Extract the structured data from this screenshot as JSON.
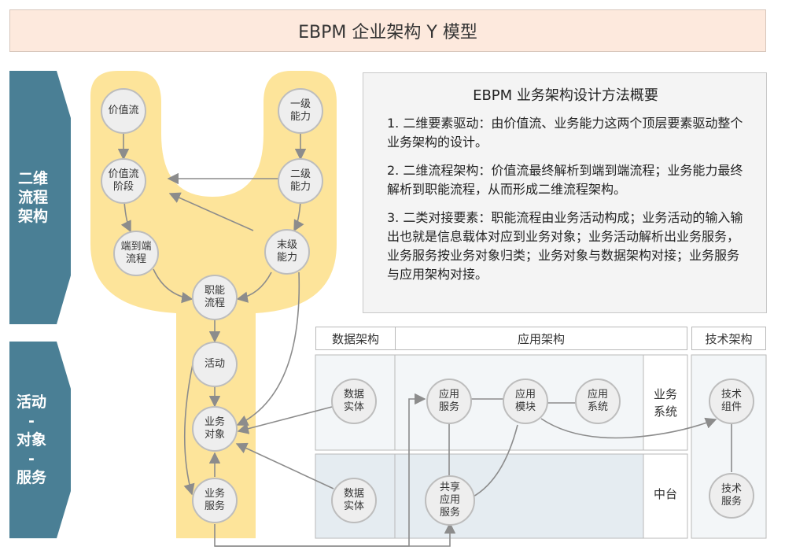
{
  "title": "EBPM 企业架构 Y 模型",
  "side_labels": {
    "top": "二维\n流程\n架构",
    "bottom": "活动\n-\n对象\n-\n服务"
  },
  "nodes": {
    "value_stream": "价值流",
    "value_stage": "价值流\n阶段",
    "end_to_end": "端到端\n流程",
    "cap_l1": "一级\n能力",
    "cap_l2": "二级\n能力",
    "cap_leaf": "末级\n能力",
    "func_process": "职能\n流程",
    "activity": "活动",
    "biz_object": "业务\n对象",
    "biz_service": "业务\n服务",
    "data_entity_1": "数据\n实体",
    "data_entity_2": "数据\n实体",
    "app_service": "应用\n服务",
    "app_module": "应用\n模块",
    "app_system": "应用\n系统",
    "shared_app_service": "共享\n应用\n服务",
    "tech_component": "技术\n组件",
    "tech_service": "技术\n服务"
  },
  "info": {
    "heading": "EBPM 业务架构设计方法概要",
    "items": [
      "1.  二维要素驱动：由价值流、业务能力这两个顶层要素驱动整个业务架构的设计。",
      "2.  二维流程架构：价值流最终解析到端到端流程；业务能力最终解析到职能流程，从而形成二维流程架构。",
      "3. 二类对接要素：职能流程由业务活动构成；业务活动的输入输出也就是信息载体对应到业务对象；业务活动解析出业务服务，业务服务按业务对象归类；业务对象与数据架构对接；业务服务与应用架构对接。"
    ]
  },
  "headers": {
    "data_arch": "数据架构",
    "app_arch": "应用架构",
    "tech_arch": "技术架构"
  },
  "row_labels": {
    "biz_system": "业务\n系统",
    "middle_platform": "中台"
  },
  "colors": {
    "title_bg": "#fde9dd",
    "y_shape": "#fde49a",
    "side_banner": "#4a7f95",
    "node_fill": "#eeeeee",
    "node_stroke": "#bdbdbd",
    "arrow": "#8c8c8c"
  }
}
